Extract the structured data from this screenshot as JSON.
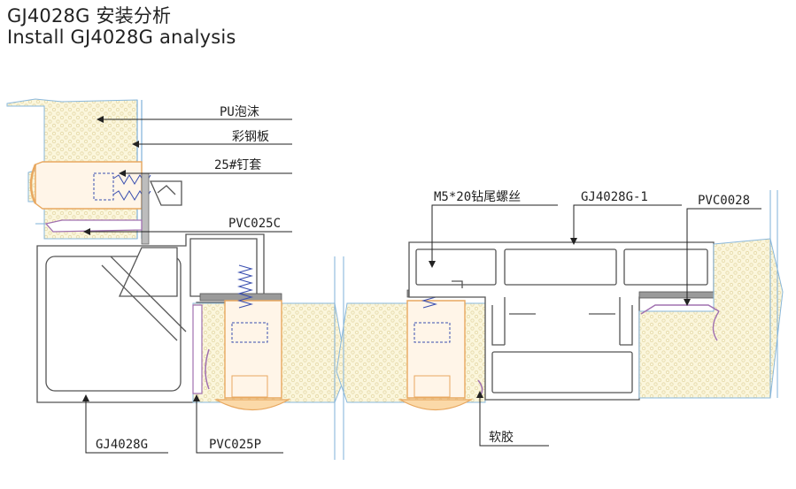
{
  "title": {
    "line1": "GJ4028G 安装分析",
    "line2": "Install GJ4028G analysis"
  },
  "labels": {
    "pu_foam": "PU泡沫",
    "color_steel": "彩钢板",
    "nail_sleeve": "25#钉套",
    "pvc025c": "PVC025C",
    "screw": "M5*20钻尾螺丝",
    "gj4028g1": "GJ4028G-1",
    "pvc0028": "PVC0028",
    "gj4028g": "GJ4028G",
    "pvc025p": "PVC025P",
    "soft_glue": "软胶"
  },
  "colors": {
    "foam_fill": "#fbf6dc",
    "foam_dot": "#e8dfb4",
    "profile_stroke": "#555555",
    "steel_line": "#7fb0d8",
    "screw_blue": "#3a4fb0",
    "rubber_purple": "#a070b0",
    "sleeve_orange": "#e8a860",
    "plate_gray": "#9a9a9a"
  }
}
